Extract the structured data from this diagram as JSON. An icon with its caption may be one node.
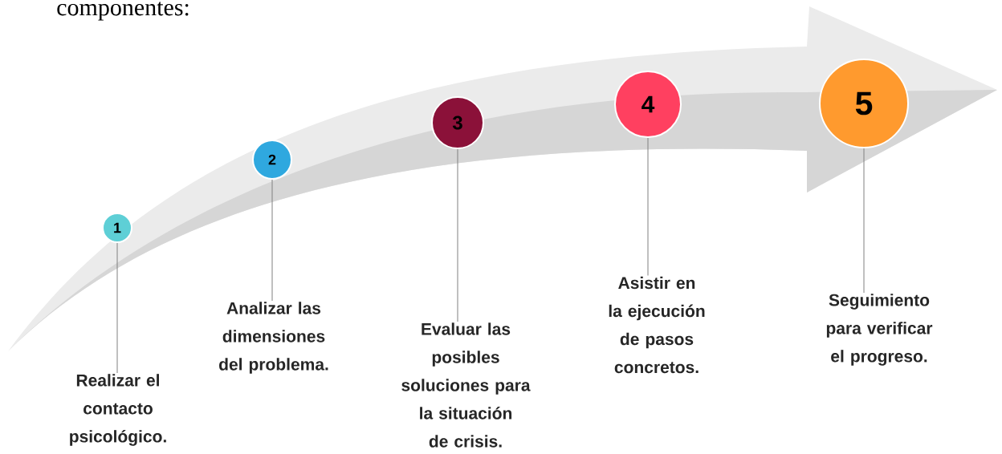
{
  "diagram": {
    "nodes": [
      {
        "text": [
          "1"
        ]
      },
      {
        "text": [
          "2"
        ]
      },
      {
        "text": [
          "3"
        ]
      },
      {
        "text": [
          "4"
        ]
      },
      {
        "text": [
          "5"
        ]
      },
      {
        "text": [
          "Realizar el contacto psicológico."
        ]
      },
      {
        "text": [
          "Analizar las dimensiones del problema."
        ]
      },
      {
        "text": [
          "Evaluar las posibles soluciones para la situación de crisis."
        ]
      },
      {
        "text": [
          "Asistir en la ejecución de pasos concretos."
        ]
      },
      {
        "text": [
          "Seguimiento para verificar el progreso."
        ]
      }
    ],
    "edges": [
      {
        "from": 0,
        "to": 5,
        "arrow": "none"
      },
      {
        "from": 1,
        "to": 6,
        "arrow": "none"
      },
      {
        "from": 2,
        "to": 7,
        "arrow": "none"
      },
      {
        "from": 3,
        "to": 8,
        "arrow": "none"
      },
      {
        "from": 4,
        "to": 9,
        "arrow": "none"
      }
    ],
    "labels": [
      "componentes:"
    ]
  }
}
